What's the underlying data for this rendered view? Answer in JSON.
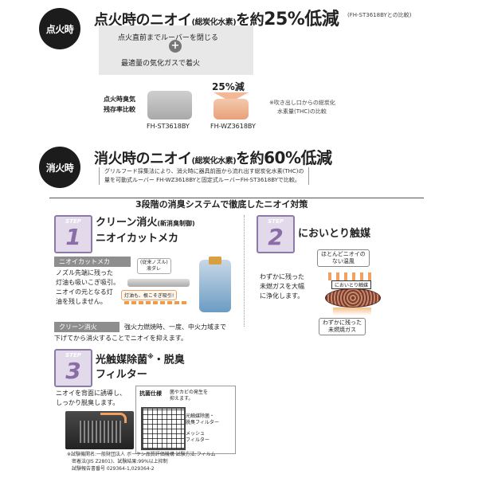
{
  "ignition": {
    "badge": "点火時",
    "title_pre": "点火時のニオイ",
    "title_small": "(総炭化水素)",
    "title_mid": "を約",
    "title_big": "25%低減",
    "compare_note": "(FH-ST3618BYとの比較)",
    "box_line1": "点火直前までルーバーを閉じる",
    "box_plus": "+",
    "box_line2": "最適量の気化ガスで着火",
    "ratio_label_1": "点火時臭気",
    "ratio_label_2": "残存率比較",
    "reduction": "25%減",
    "model_old": "FH-ST3618BY",
    "model_new": "FH-WZ3618BY",
    "footnote_1": "※吹き出し口からの総炭化",
    "footnote_2": "水素量(THC)の比較"
  },
  "extinguish": {
    "badge": "消火時",
    "title_pre": "消火時のニオイ",
    "title_small": "(総炭化水素)",
    "title_mid": "を約",
    "title_big": "60%低減",
    "note_1": "グリルフード採集法により、消火時に器具前面から流れ出す総炭化水素(THC)の",
    "note_2": "量を可動式ルーバー FH-WZ3618BYと固定式ルーバーFH-ST3618BYで比較。"
  },
  "system_header": "3段階の消臭システムで徹底したニオイ対策",
  "step1": {
    "step_label": "STEP",
    "num": "1",
    "title_1": "クリーン消火",
    "title_1_small": "(新消臭制御)",
    "title_2": "ニオイカットメカ",
    "tag1": "ニオイカットメカ",
    "desc_1": "ノズル先端に残った",
    "desc_2": "灯油も吸いこぎ吸引。",
    "desc_3": "ニオイの元となる灯",
    "desc_4": "油を残しません。",
    "diagram_label_1": "(従来ノズル)",
    "diagram_label_2": "液ダレ",
    "diagram_label_3": "灯油も、根こそぎ吸引!",
    "tag2": "クリーン消火",
    "desc2_1": "強火力燃焼時、一度、中火力域まで",
    "desc2_2": "下げてから消火することでニオイを抑えます。"
  },
  "step2": {
    "step_label": "STEP",
    "num": "2",
    "title": "においとり触媒",
    "bubble_top_1": "ほとんどニオイの",
    "bubble_top_2": "ない温風",
    "desc_1": "わずかに残った",
    "desc_2": "未燃ガスを大幅",
    "desc_3": "に浄化します。",
    "catalyst_label": "においとり触媒",
    "bubble_bottom_1": "わずかに残った",
    "bubble_bottom_2": "未燃焼ガス"
  },
  "step3": {
    "step_label": "STEP",
    "num": "3",
    "title_1": "光触媒除菌",
    "title_1_sup": "※",
    "title_1_post": "・脱臭",
    "title_2": "フィルター",
    "desc_1": "ニオイを背面に誘導し、",
    "desc_2": "しっかり脱臭します。",
    "antibac_tag": "抗菌仕様",
    "antibac_1": "菌やカビの発生を",
    "antibac_2": "抑えます。",
    "filter_label_1a": "光触媒除菌・",
    "filter_label_1b": "脱臭フィルター",
    "filter_label_2a": "メッシュ",
    "filter_label_2b": "フィルター"
  },
  "footnote": {
    "line1": "※試験機関名:一般財団法人 ボーケン品質評価機構  試験方法:フィルム",
    "line2": "密着法(JIS Z2801)、試験結果:99%以上抑制",
    "line3": "試験報告書番号 029364-1,029364-2"
  },
  "colors": {
    "accent_purple": "#8a6da6",
    "step_bg": "#e2d9ea",
    "badge_bg": "#1c1c1c",
    "reduction_color": "#e8a07a"
  }
}
